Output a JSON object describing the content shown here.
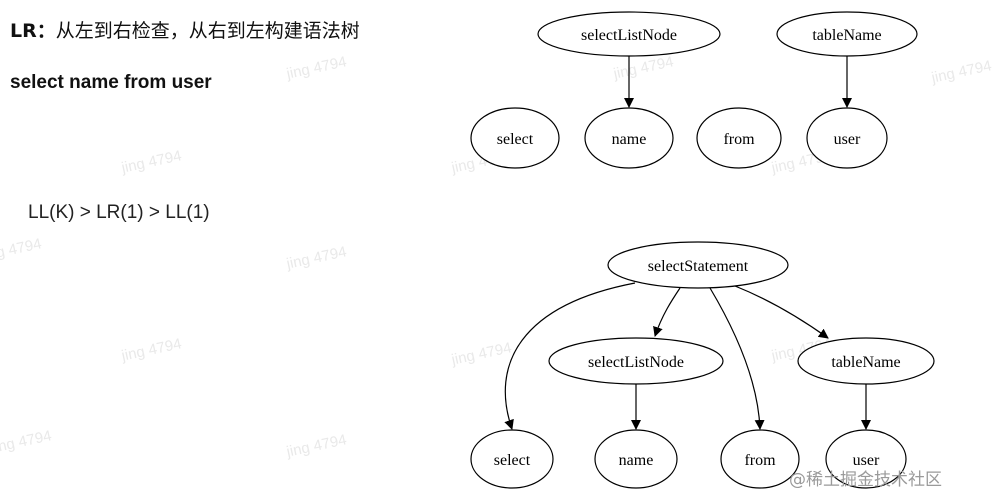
{
  "intro": {
    "prefix": "LR",
    "separator": "：",
    "description": "从左到右检查，从右到左构建语法树"
  },
  "sql": "select name from user",
  "parsers": "LL(K) > LR(1) > LL(1)",
  "credit": "@稀土掘金技术社区",
  "watermarks": [
    "jing 4794",
    "jing 4794",
    "jing 4794",
    "jing 4794",
    "jing 4794",
    "jing 4794",
    "jing 4794",
    "jing 4794",
    "jing 4794",
    "jing 4794",
    "jing 4794",
    "jing 4794",
    "jing 4794"
  ],
  "tree_top": {
    "nodes": {
      "selectListNode": "selectListNode",
      "tableName": "tableName",
      "select": "select",
      "name": "name",
      "from": "from",
      "user": "user"
    }
  },
  "tree_bottom": {
    "nodes": {
      "selectStatement": "selectStatement",
      "selectListNode": "selectListNode",
      "tableName": "tableName",
      "select": "select",
      "name": "name",
      "from": "from",
      "user": "user"
    }
  }
}
